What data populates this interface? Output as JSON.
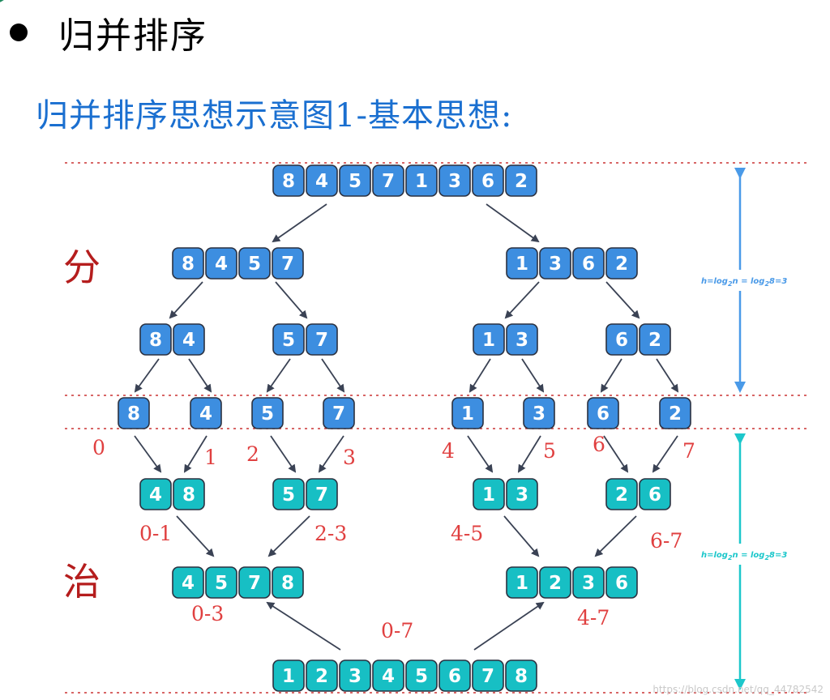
{
  "title": "归并排序",
  "subtitle": "归并排序思想示意图1-基本思想:",
  "labels": {
    "divide": "分",
    "conquer": "治"
  },
  "height_label": {
    "prefix": "h=log",
    "sub": "2",
    "mid": "n = log",
    "sub2": "2",
    "suffix": "8=3"
  },
  "watermark": "https://blog.csdn.net/qq_44782542",
  "colors": {
    "divide_cell": "#3d8ee0",
    "conquer_cell": "#17bfc4",
    "divide_arrow": "#4a9ae8",
    "conquer_arrow": "#1cc7cb",
    "dotted_line": "#cc3333",
    "arrow": "#3a4254"
  },
  "divide_levels": [
    [
      [
        "8",
        "4",
        "5",
        "7",
        "1",
        "3",
        "6",
        "2"
      ]
    ],
    [
      [
        "8",
        "4",
        "5",
        "7"
      ],
      [
        "1",
        "3",
        "6",
        "2"
      ]
    ],
    [
      [
        "8",
        "4"
      ],
      [
        "5",
        "7"
      ],
      [
        "1",
        "3"
      ],
      [
        "6",
        "2"
      ]
    ],
    [
      [
        "8"
      ],
      [
        "4"
      ],
      [
        "5"
      ],
      [
        "7"
      ],
      [
        "1"
      ],
      [
        "3"
      ],
      [
        "6"
      ],
      [
        "2"
      ]
    ]
  ],
  "conquer_levels": [
    [
      [
        "4",
        "8"
      ],
      [
        "5",
        "7"
      ],
      [
        "1",
        "3"
      ],
      [
        "2",
        "6"
      ]
    ],
    [
      [
        "4",
        "5",
        "7",
        "8"
      ],
      [
        "1",
        "2",
        "3",
        "6"
      ]
    ],
    [
      [
        "1",
        "2",
        "3",
        "4",
        "5",
        "6",
        "7",
        "8"
      ]
    ]
  ],
  "index_labels": [
    "0",
    "1",
    "2",
    "3",
    "4",
    "5",
    "6",
    "7",
    "0-1",
    "2-3",
    "4-5",
    "6-7",
    "0-3",
    "4-7",
    "0-7"
  ]
}
